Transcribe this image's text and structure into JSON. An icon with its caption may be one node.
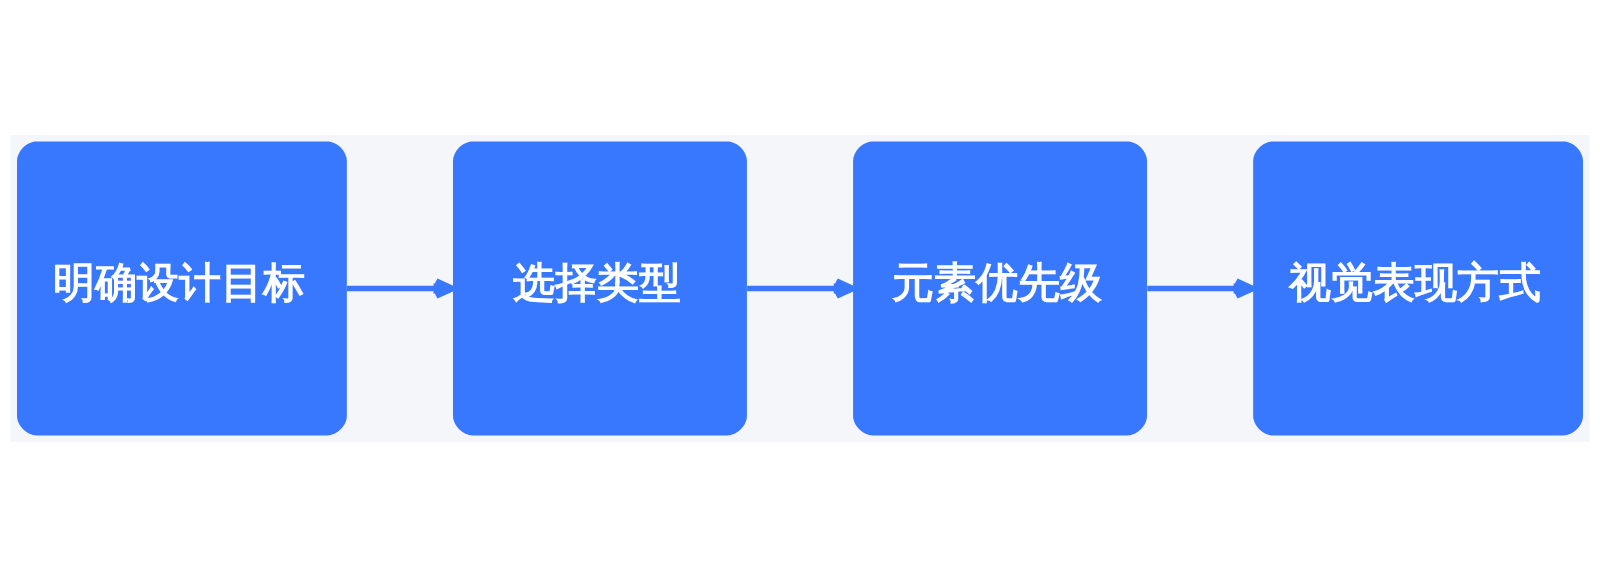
{
  "diagram": {
    "nodes": [
      {
        "text": [
          "明确设计目标"
        ]
      },
      {
        "text": [
          "选择类型"
        ]
      },
      {
        "text": [
          "元素优先级"
        ]
      },
      {
        "text": [
          "视觉表现方式"
        ]
      }
    ],
    "edges": [
      {
        "from": 0,
        "to": 1,
        "arrow": "to"
      },
      {
        "from": 1,
        "to": 2,
        "arrow": "to"
      },
      {
        "from": 2,
        "to": 3,
        "arrow": "to"
      }
    ]
  }
}
